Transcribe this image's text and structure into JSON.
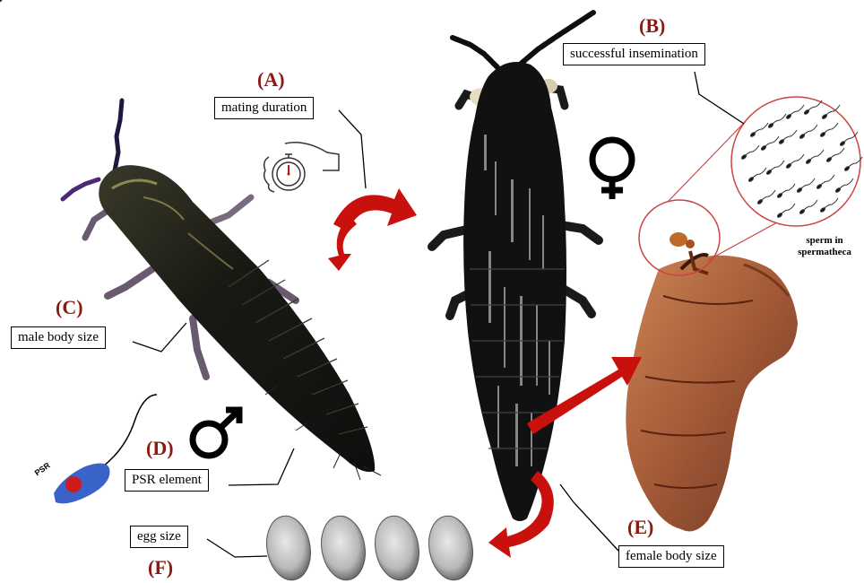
{
  "labels": {
    "a": {
      "letter": "(A)",
      "text": "mating duration"
    },
    "b": {
      "letter": "(B)",
      "text": "successful insemination"
    },
    "c": {
      "letter": "(C)",
      "text": "male body size"
    },
    "d": {
      "letter": "(D)",
      "text": "PSR element"
    },
    "e": {
      "letter": "(E)",
      "text": "female body size"
    },
    "f": {
      "letter": "(F)",
      "text": "egg size"
    }
  },
  "sperm_label": {
    "line1": "sperm in",
    "line2": "spermatheca"
  },
  "psr_tag": "PSR",
  "symbols": {
    "female": "female-symbol",
    "male": "male-symbol"
  },
  "colors": {
    "label_red": "#8b1a12",
    "arrow_red": "#c8100c",
    "insect": "#151515",
    "spermatheca": "#9a4a25",
    "psr_body": "#3a63c9",
    "psr_nucleus": "#d11a1a"
  }
}
